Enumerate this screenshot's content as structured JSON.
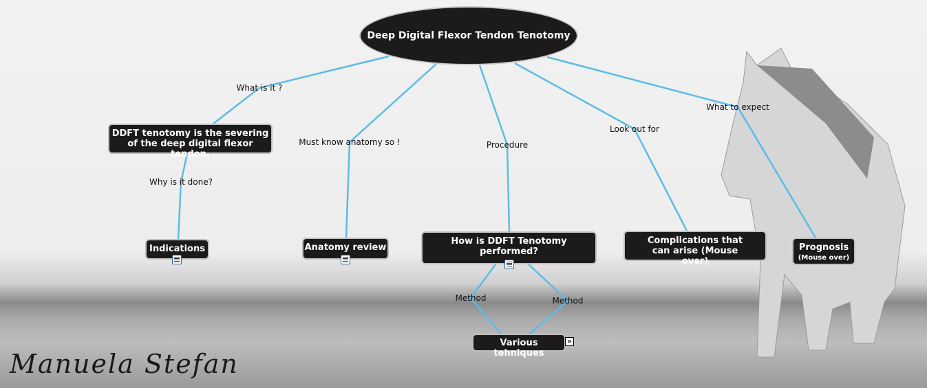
{
  "main_concept": "Deep Digital Flexor Tendon Tenotomy",
  "concepts": {
    "definition": "DDFT tenotomy is the severing of the deep digital flexor tendon.",
    "indications": "Indications",
    "anatomy": "Anatomy review",
    "procedure": "How is DDFT Tenotomy performed?",
    "complications": "Complications that can arise (Mouse over)",
    "prognosis": "Prognosis",
    "prognosis_note": "(Mouse over)",
    "techniques": "Various tehniques"
  },
  "links": {
    "what_is_it": "What is it ?",
    "why_done": "Why is it done?",
    "must_know": "Must know anatomy so !",
    "procedure": "Procedure",
    "look_out": "Look out for",
    "what_expect": "What to expect",
    "method1": "Method",
    "method2": "Method"
  },
  "signature": "Manuela Stefan",
  "colors": {
    "edge": "#5bbce8",
    "node": "#1c1b1a"
  }
}
